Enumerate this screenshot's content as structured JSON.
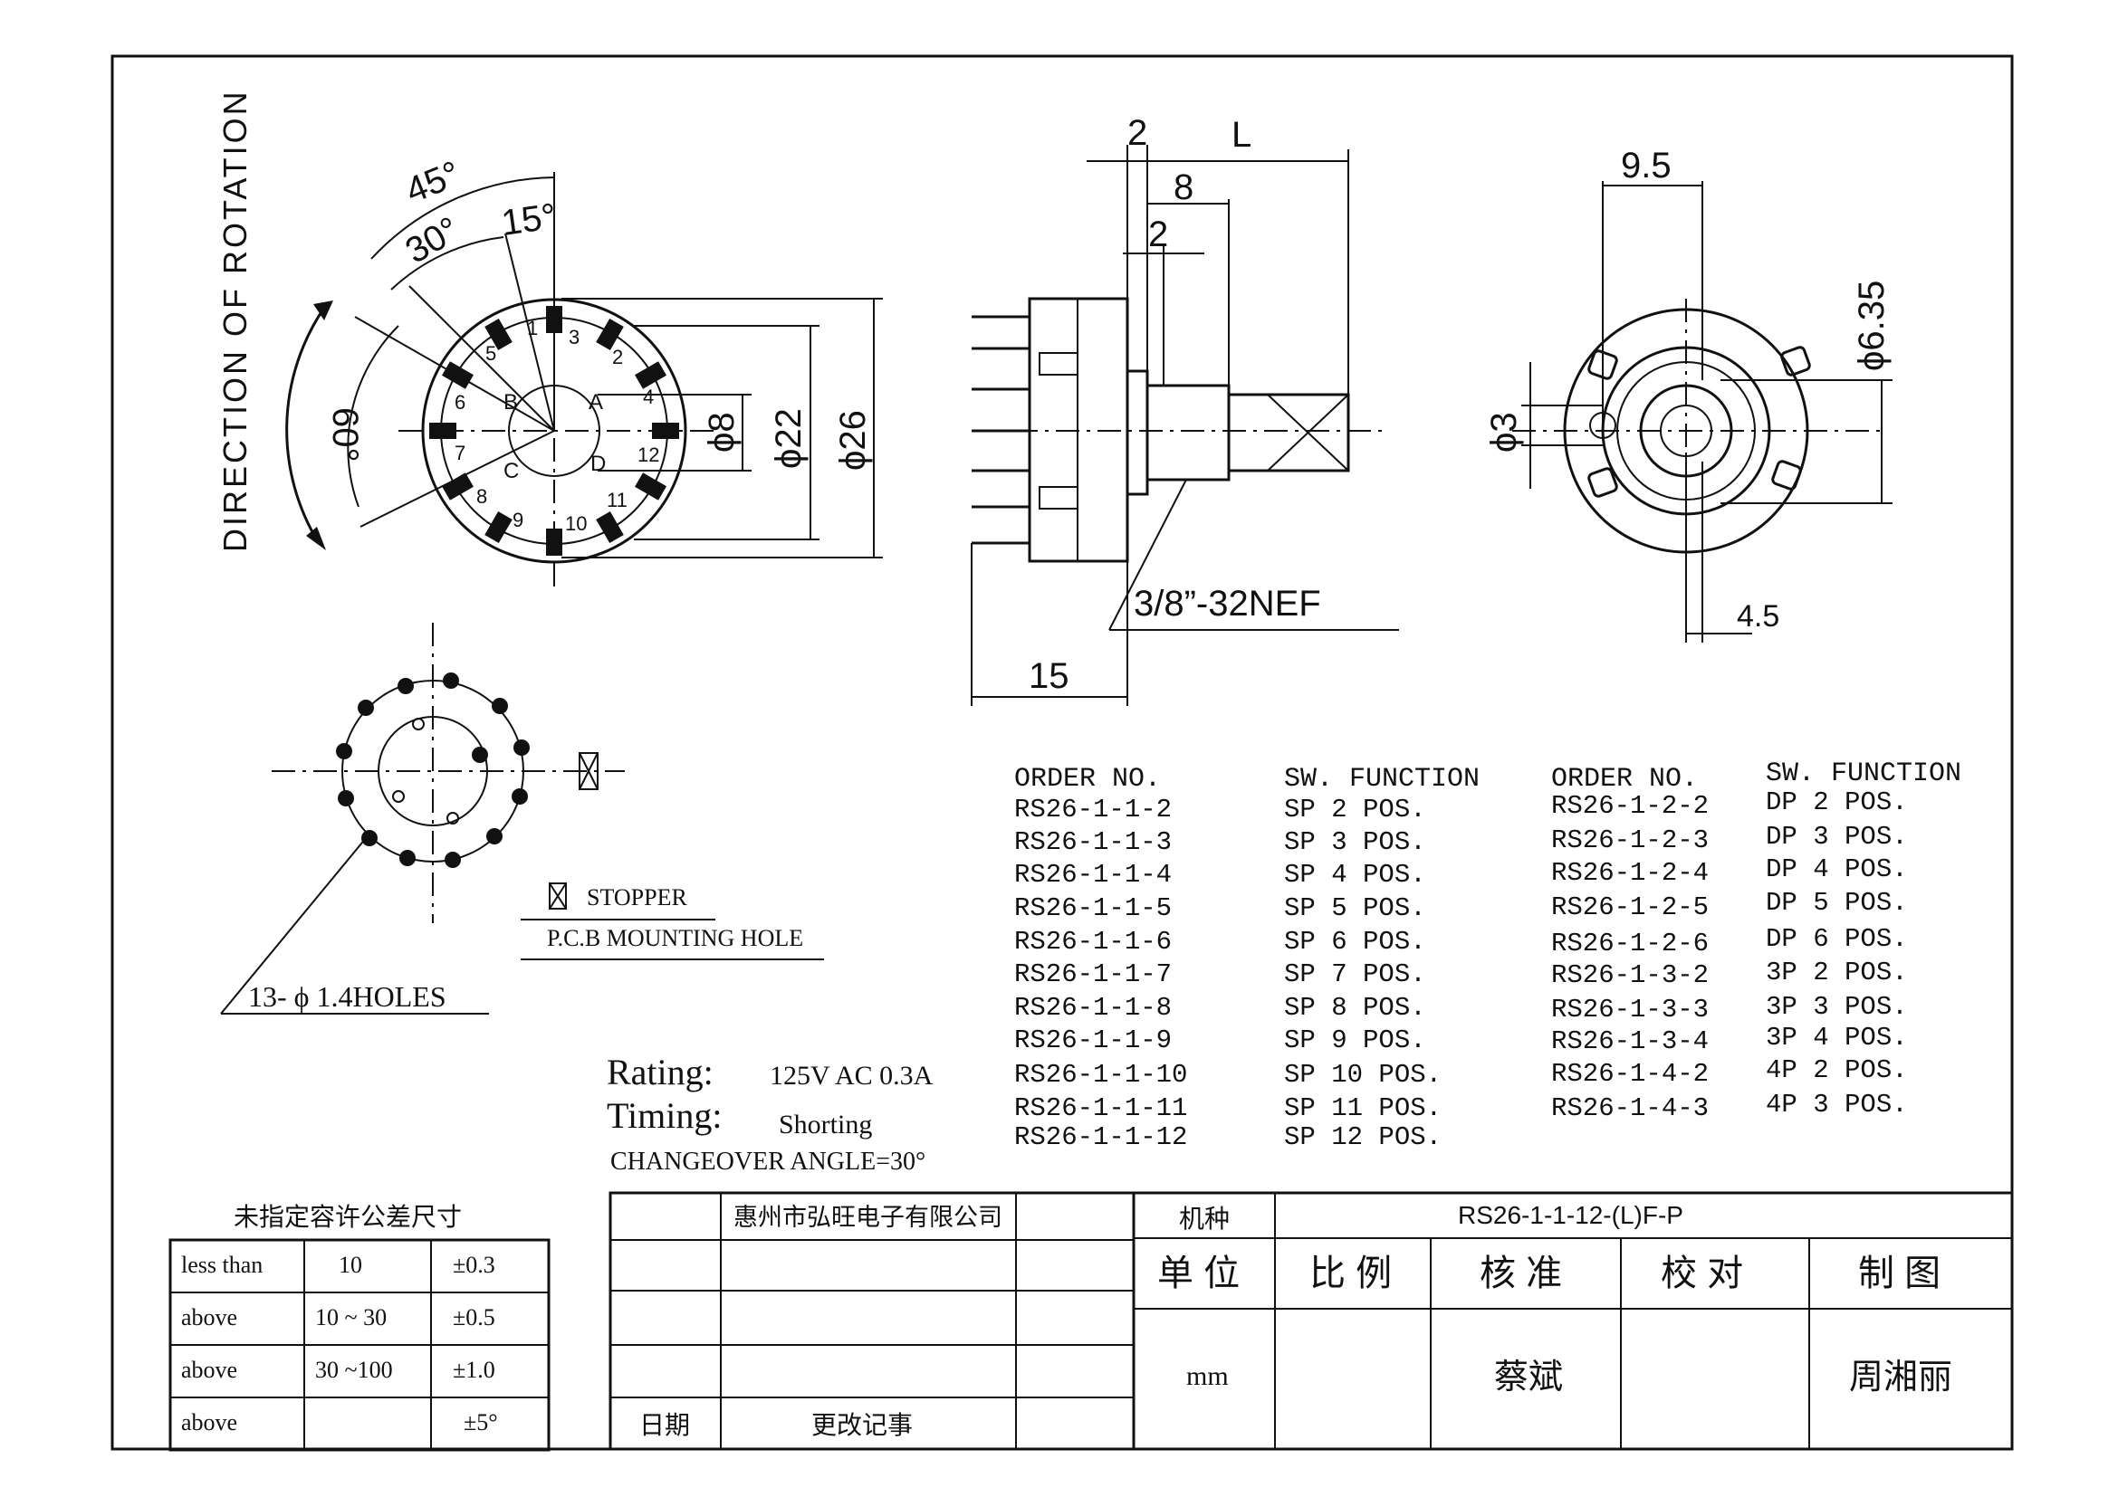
{
  "front_view": {
    "rotation_label": "DIRECTION OF ROTATION",
    "angles": [
      "45°",
      "30°",
      "15°",
      "60°"
    ],
    "positions": [
      "1",
      "2",
      "3",
      "4",
      "5",
      "6",
      "7",
      "8",
      "9",
      "10",
      "11",
      "12"
    ],
    "commons": [
      "A",
      "B",
      "C",
      "D"
    ],
    "diameters": [
      "ϕ8",
      "ϕ22",
      "ϕ26"
    ]
  },
  "side_view": {
    "dims": [
      "2",
      "L",
      "8",
      "2",
      "15"
    ],
    "thread": "3/8”-32NEF"
  },
  "rear_view": {
    "dims": [
      "9.5",
      "ϕ6.35",
      "ϕ3",
      "4.5"
    ]
  },
  "pcb": {
    "legend_stopper": "STOPPER",
    "legend_hole": "P.C.B MOUNTING HOLE",
    "holes_note": "13- ϕ 1.4HOLES"
  },
  "rating": {
    "rating_label": "Rating:",
    "rating_value": "125V AC 0.3A",
    "timing_label": "Timing:",
    "timing_value": "Shorting",
    "changeover": "CHANGEOVER ANGLE=30°"
  },
  "order_table": {
    "header_order": "ORDER NO.",
    "header_function": "SW. FUNCTION",
    "left": [
      {
        "order": "RS26-1-1-2",
        "func": "SP 2 POS."
      },
      {
        "order": "RS26-1-1-3",
        "func": "SP 3 POS."
      },
      {
        "order": "RS26-1-1-4",
        "func": "SP 4 POS."
      },
      {
        "order": "RS26-1-1-5",
        "func": "SP 5 POS."
      },
      {
        "order": "RS26-1-1-6",
        "func": "SP 6 POS."
      },
      {
        "order": "RS26-1-1-7",
        "func": "SP 7 POS."
      },
      {
        "order": "RS26-1-1-8",
        "func": "SP 8 POS."
      },
      {
        "order": "RS26-1-1-9",
        "func": "SP 9 POS."
      },
      {
        "order": "RS26-1-1-10",
        "func": "SP 10 POS."
      },
      {
        "order": "RS26-1-1-11",
        "func": "SP 11 POS."
      },
      {
        "order": "RS26-1-1-12",
        "func": "SP 12 POS."
      }
    ],
    "right": [
      {
        "order": "RS26-1-2-2",
        "func": "DP 2 POS."
      },
      {
        "order": "RS26-1-2-3",
        "func": "DP 3 POS."
      },
      {
        "order": "RS26-1-2-4",
        "func": "DP 4 POS."
      },
      {
        "order": "RS26-1-2-5",
        "func": "DP 5 POS."
      },
      {
        "order": "RS26-1-2-6",
        "func": "DP 6 POS."
      },
      {
        "order": "RS26-1-3-2",
        "func": "3P 2 POS."
      },
      {
        "order": "RS26-1-3-3",
        "func": "3P 3 POS."
      },
      {
        "order": "RS26-1-3-4",
        "func": "3P 4 POS."
      },
      {
        "order": "RS26-1-4-2",
        "func": "4P 2 POS."
      },
      {
        "order": "RS26-1-4-3",
        "func": "4P 3 POS."
      }
    ]
  },
  "tolerance": {
    "title": "未指定容许公差尺寸",
    "rows": [
      [
        "less than",
        "10",
        "±0.3"
      ],
      [
        "above",
        "10 ~ 30",
        "±0.5"
      ],
      [
        "above",
        "30 ~100",
        "±1.0"
      ],
      [
        "above",
        "",
        "±5°"
      ]
    ]
  },
  "title_block": {
    "company": "惠州市弘旺电子有限公司",
    "model_label": "机种",
    "model_value": "RS26-1-1-12-(L)F-P",
    "headers": [
      "单 位",
      "比 例",
      "核 准",
      "校 对",
      "制 图"
    ],
    "values": [
      "mm",
      "",
      "蔡斌",
      "",
      "周湘丽"
    ],
    "date_label": "日期",
    "change_label": "更改记事"
  }
}
